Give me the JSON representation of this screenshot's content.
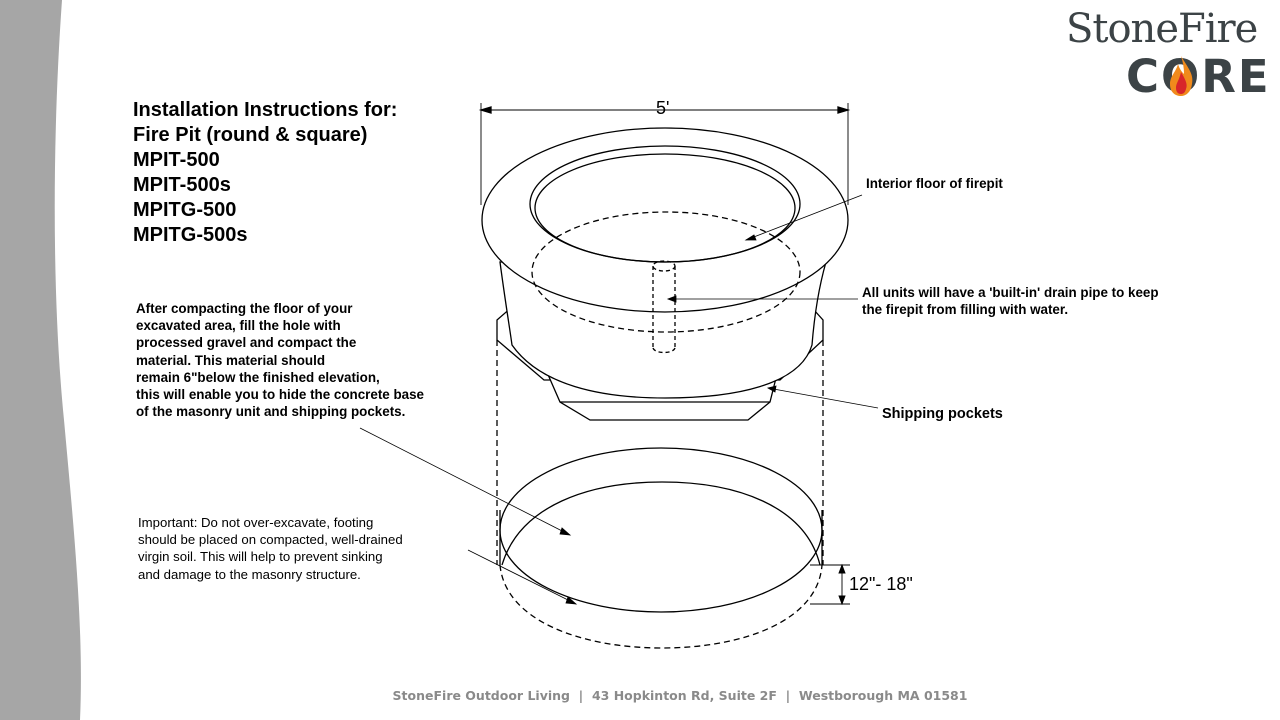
{
  "logo": {
    "line1": "StoneFire",
    "line2": "CORE"
  },
  "title_lines": [
    "Installation Instructions for:",
    "Fire Pit (round & square)",
    "MPIT-500",
    "MPIT-500s",
    "MPITG-500",
    "MPITG-500s"
  ],
  "compacting_note": [
    "After compacting the floor of your",
    "excavated area, fill the hole with",
    "processed gravel and compact the",
    "material. This material should",
    "remain 6\"below the finished elevation,",
    "this will enable you to hide the concrete base",
    "of the masonry unit and shipping pockets."
  ],
  "important_note": [
    "Important: Do not over-excavate, footing",
    "should be placed on compacted, well-drained",
    "virgin soil. This will help to prevent sinking",
    "and damage to the masonry structure."
  ],
  "labels": {
    "width": "5'",
    "interior_floor": "Interior floor of firepit",
    "drain_line1": "All units will have a 'built-in' drain pipe to keep",
    "drain_line2": "the firepit from filling with water.",
    "shipping_pockets": "Shipping pockets",
    "depth": "12\"- 18\""
  },
  "footer": "StoneFire Outdoor Living  |  43 Hopkinton Rd, Suite 2F  |  Westborough MA 01581",
  "colors": {
    "band": "#a6a6a6",
    "logo_text": "#3c4346",
    "footer_text": "#8a8a8a",
    "flame_orange": "#f08a1c",
    "flame_red": "#d8262a"
  }
}
